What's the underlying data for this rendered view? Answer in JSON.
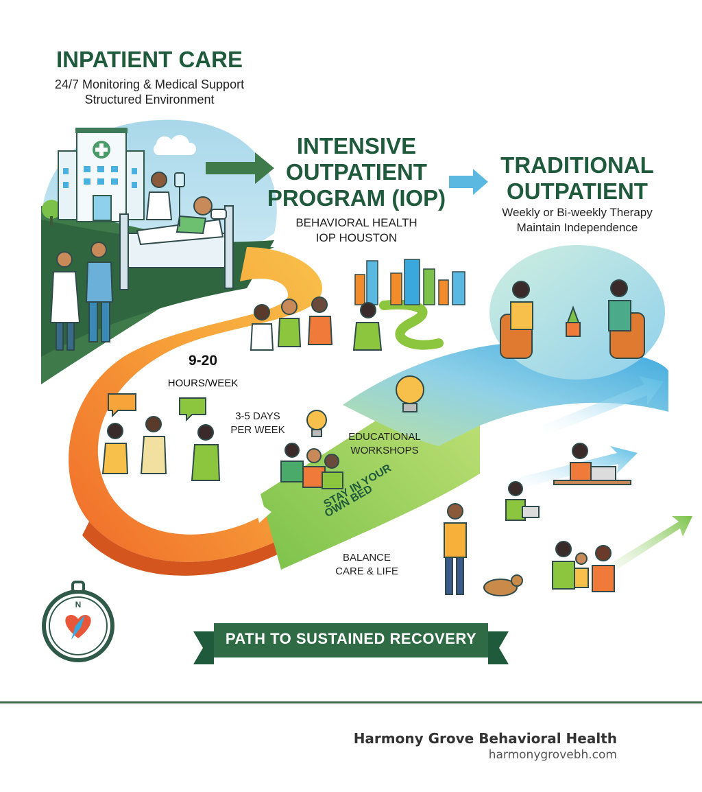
{
  "inpatient": {
    "title": "INPATIENT CARE",
    "line1": "24/7 Monitoring & Medical Support",
    "line2": "Structured Environment"
  },
  "iop": {
    "title_line1": "INTENSIVE",
    "title_line2": "OUTPATIENT",
    "title_line3": "PROGRAM (IOP)",
    "sub_line1": "BEHAVIORAL HEALTH",
    "sub_line2": "IOP HOUSTON"
  },
  "traditional": {
    "title_line1": "TRADITIONAL",
    "title_line2": "OUTPATIENT",
    "line1": "Weekly or Bi-weekly Therapy",
    "line2": "Maintain Independence"
  },
  "path_labels": {
    "hours_value": "9-20",
    "hours_unit": "HOURS/WEEK",
    "days_line1": "3-5 DAYS",
    "days_line2": "PER WEEK",
    "workshops_line1": "EDUCATIONAL",
    "workshops_line2": "WORKSHOPS",
    "bed_line1": "STAY IN YOUR",
    "bed_line2": "OWN BED",
    "balance_line1": "BALANCE",
    "balance_line2": "CARE & LIFE"
  },
  "compass_letter": "N",
  "banner": "PATH TO SUSTAINED RECOVERY",
  "footer": {
    "brand": "Harmony Grove Behavioral Health",
    "url": "harmonygrovebh.com"
  },
  "colors": {
    "heading_green": "#1f5a3c",
    "path_orange": "#f28c2a",
    "path_green": "#8cc63f",
    "path_blue": "#5bb8e0",
    "banner_green": "#2f6b44"
  },
  "icons": [
    "hospital-icon",
    "bed-icon",
    "compass-icon",
    "lightbulb-icon",
    "speech-bubble-icon",
    "city-skyline-icon",
    "arrow-right-icon"
  ]
}
